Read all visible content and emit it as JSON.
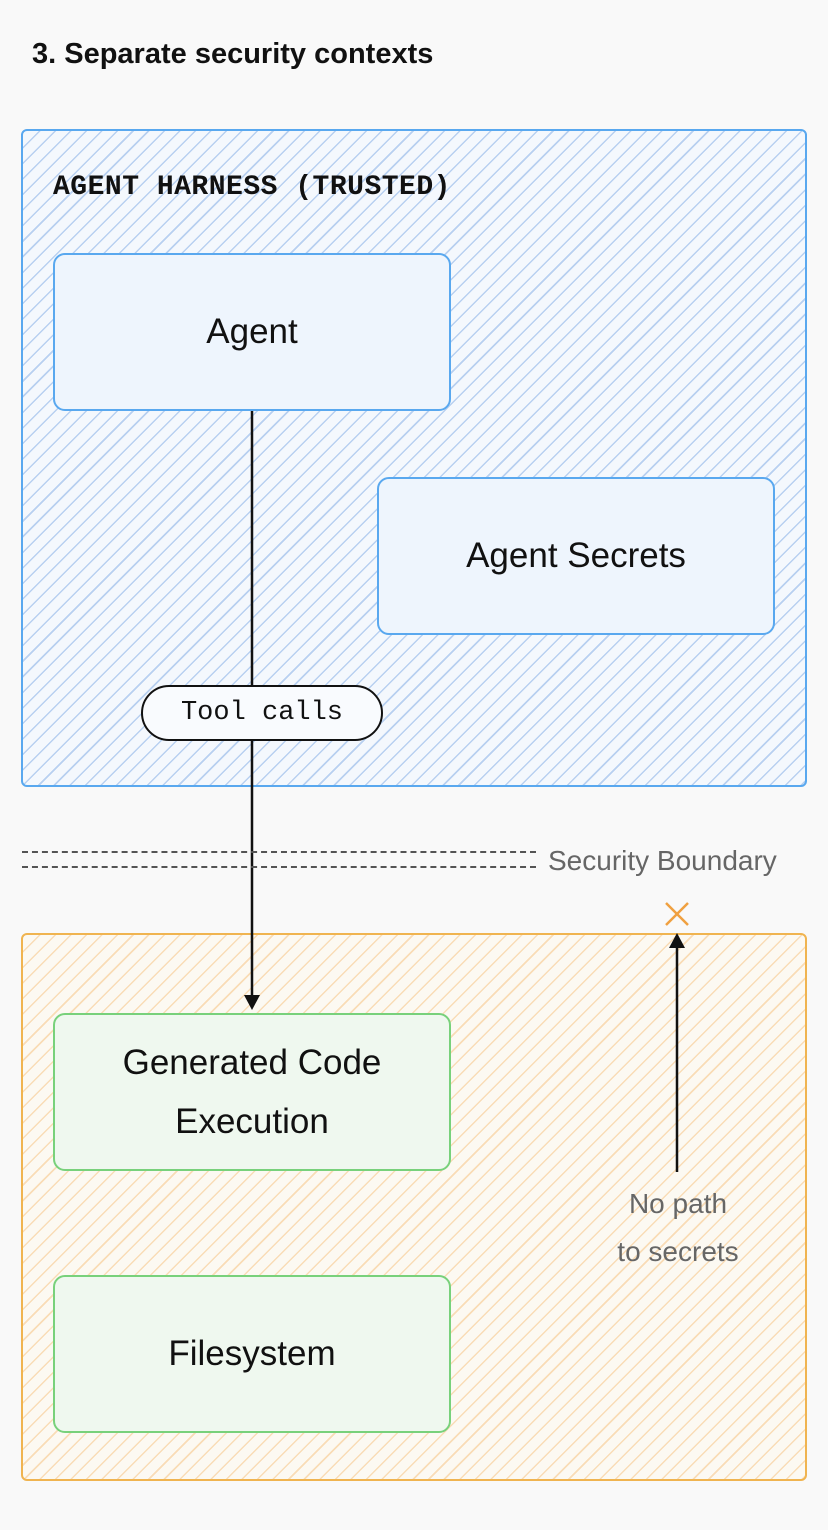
{
  "title": "3. Separate security contexts",
  "trusted_zone": {
    "label": "AGENT HARNESS (TRUSTED)",
    "color": "#59a8ef"
  },
  "untrusted_zone": {
    "color": "#f0b450"
  },
  "nodes": {
    "agent": "Agent",
    "agent_secrets": "Agent Secrets",
    "generated_code": "Generated Code\nExecution",
    "filesystem": "Filesystem"
  },
  "edge_label": "Tool calls",
  "boundary_label": "Security Boundary",
  "blocked_note": "No path\nto secrets",
  "colors": {
    "blue_box": "#eef5fd",
    "green_box": "#eff8ef",
    "blocked_x": "#f0a040"
  }
}
